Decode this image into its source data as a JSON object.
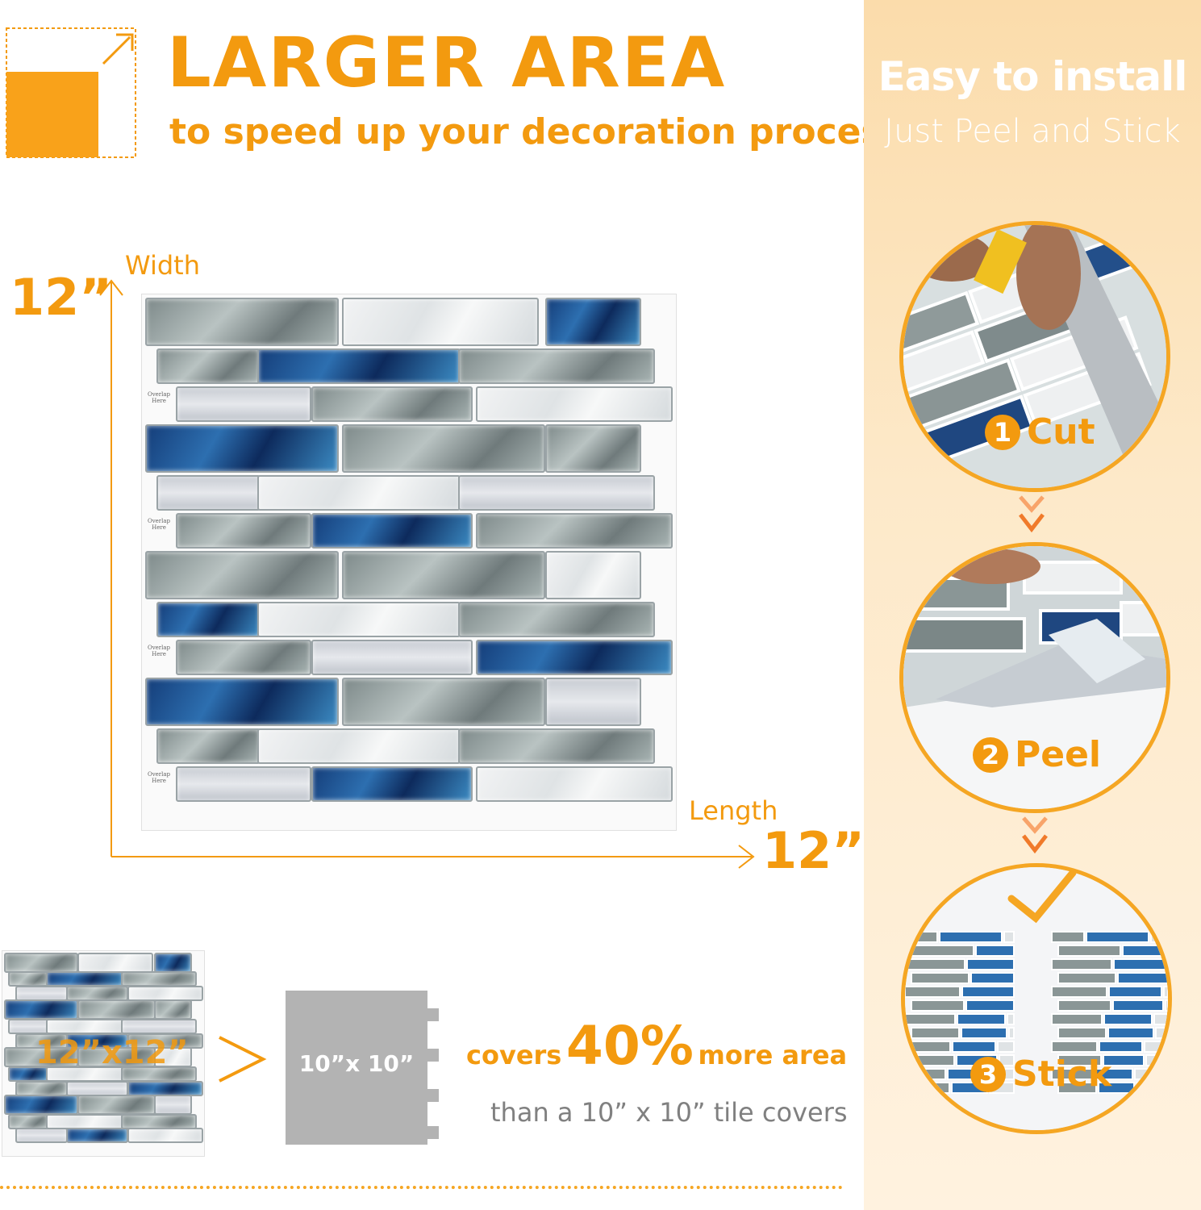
{
  "header": {
    "title": "LARGER AREA",
    "subtitle": "to speed up your decoration process"
  },
  "dimensions": {
    "width_label": "Width",
    "width_value": "12”",
    "length_label": "Length",
    "length_value": "12”",
    "overlap_text": "Overlap Here"
  },
  "comparison": {
    "big_tile_label": "12”x12”",
    "small_tile_label": "10”x 10”",
    "covers_prefix": "covers",
    "covers_percent": "40%",
    "covers_suffix": "more area",
    "than_text": "than a 10” x 10” tile covers"
  },
  "install": {
    "title": "Easy to install",
    "subtitle": "Just Peel and Stick",
    "steps": [
      {
        "num": "1",
        "label": "Cut"
      },
      {
        "num": "2",
        "label": "Peel"
      },
      {
        "num": "3",
        "label": "Stick"
      }
    ]
  },
  "colors": {
    "accent": "#f39a0f",
    "panel_bg": "#fde4bc",
    "gray_tile": "#b3b3b3"
  },
  "icons": [
    "expand-area-icon",
    "arrow-chevron-icon",
    "checkmark-icon"
  ]
}
